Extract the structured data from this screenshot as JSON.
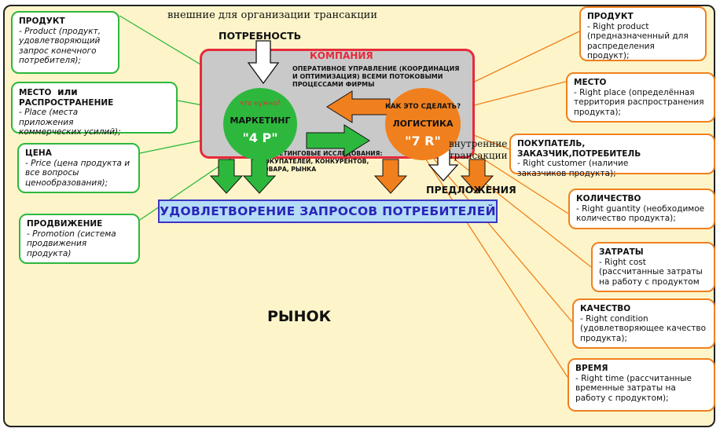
{
  "top_note": "внешние для организации трансакции",
  "need_label": "ПОТРЕБНОСТЬ",
  "offers_label": "ПРЕДЛОЖЕНИЯ",
  "internal_note": "внутренние трансакции",
  "market_label": "РЫНОК",
  "company": {
    "title": "КОМПАНИЯ",
    "subtitle": "ОПЕРАТИВНОЕ УПРАВЛЕНИЕ (КООРДИНАЦИЯ И ОПТИМИЗАЦИЯ) ВСЕМИ ПОТОКОВЫМИ ПРОЦЕССАМИ ФИРМЫ",
    "research": "МАРКЕТИНГОВЫЕ ИССЛЕДОВАНИЯ: ПОКУПАТЕЛЕЙ, КОНКУРЕНТОВ, ТОВАРА, РЫНКА"
  },
  "marketing": {
    "question": "что нужно?",
    "name": "МАРКЕТИНГ",
    "code": "\"4 Р\""
  },
  "logistics": {
    "question": "КАК ЭТО СДЕЛАТЬ?",
    "name": "ЛОГИСТИКА",
    "code": "\"7 R\""
  },
  "satisfaction": "УДОВЛЕТВОРЕНИЕ ЗАПРОСОВ ПОТРЕБИТЕЛЕЙ",
  "left_boxes": [
    {
      "title": "ПРОДУКТ",
      "body": "- Product (продукт, удовлетворяющий запрос конечного потребителя);"
    },
    {
      "title_a": "МЕСТО",
      "title_or": "или",
      "title_b": "РАСПРОСТРАНЕНИЕ",
      "body": "- Place (места приложения коммерческих усилий);"
    },
    {
      "title": "ЦЕНА",
      "body": "- Price (цена продукта и все вопросы ценообразования);"
    },
    {
      "title": "ПРОДВИЖЕНИЕ",
      "body": "- Promotion (система продвижения продукта)"
    }
  ],
  "right_boxes": [
    {
      "title": "ПРОДУКТ",
      "body": "- Right product (предназначенный для распределения продукт);"
    },
    {
      "title": "МЕСТО",
      "body": "- Right place (определённая территория распространения продукта);"
    },
    {
      "title": "ПОКУПАТЕЛЬ, ЗАКАЗЧИК,ПОТРЕБИТЕЛЬ",
      "body": "- Right customer (наличие заказчиков продукта);"
    },
    {
      "title": "КОЛИЧЕСТВО",
      "body": "- Right guantity (необходимое количество продукта);"
    },
    {
      "title": "ЗАТРАТЫ",
      "body": "- Right cost (рассчитанные затраты на работу с продуктом"
    },
    {
      "title": "КАЧЕСТВО",
      "body": "- Right condition (удовлетворяющее качество продукта);"
    },
    {
      "title": "ВРЕМЯ",
      "body": "- Right time (рассчитанные временные затраты на работу с продуктом);"
    }
  ],
  "colors": {
    "green": "#2db83d",
    "orange": "#f0801e",
    "company_border": "#e8293a",
    "banner": "#b4dcf6",
    "market": "#fdf5c9"
  }
}
